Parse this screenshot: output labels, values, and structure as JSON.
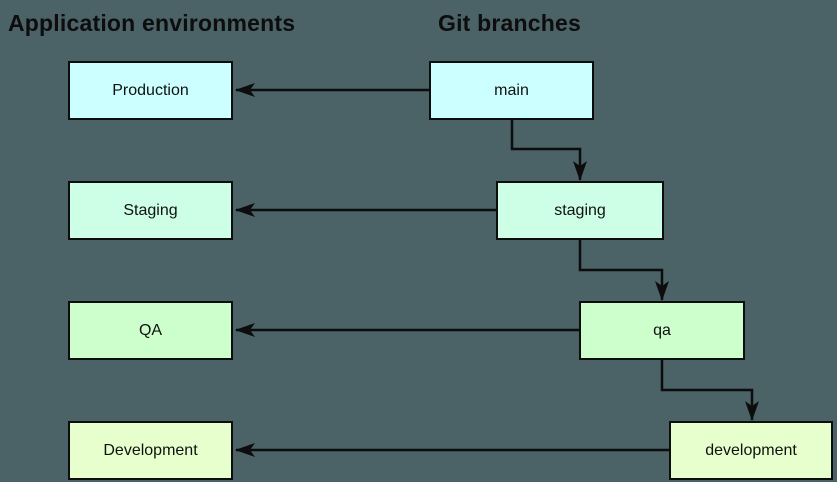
{
  "diagram": {
    "background_color": "#4b6266",
    "line_color": "#0d0d0d",
    "titles": {
      "environments": "Application environments",
      "branches": "Git branches"
    },
    "environments": [
      {
        "id": "production",
        "label": "Production",
        "fill": "#ccffff"
      },
      {
        "id": "staging",
        "label": "Staging",
        "fill": "#ccffe6"
      },
      {
        "id": "qa",
        "label": "QA",
        "fill": "#ccffcc"
      },
      {
        "id": "development",
        "label": "Development",
        "fill": "#e6ffcc"
      }
    ],
    "branches": [
      {
        "id": "main",
        "label": "main",
        "fill": "#ccffff"
      },
      {
        "id": "staging",
        "label": "staging",
        "fill": "#ccffe6"
      },
      {
        "id": "qa",
        "label": "qa",
        "fill": "#ccffcc"
      },
      {
        "id": "development",
        "label": "development",
        "fill": "#e6ffcc"
      }
    ],
    "connections": [
      {
        "from": "main",
        "to": "Production",
        "type": "deploys-to"
      },
      {
        "from": "staging",
        "to": "Staging",
        "type": "deploys-to"
      },
      {
        "from": "qa",
        "to": "QA",
        "type": "deploys-to"
      },
      {
        "from": "development",
        "to": "Development",
        "type": "deploys-to"
      },
      {
        "from": "main",
        "to": "staging",
        "type": "branch-flow"
      },
      {
        "from": "staging",
        "to": "qa",
        "type": "branch-flow"
      },
      {
        "from": "qa",
        "to": "development",
        "type": "branch-flow"
      }
    ]
  }
}
